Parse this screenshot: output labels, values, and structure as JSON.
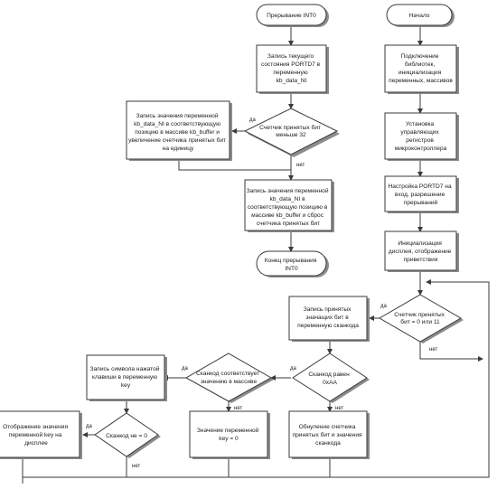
{
  "interrupt": {
    "start": "Прерывание INT0",
    "store_bits": [
      "Запись текущего",
      "состояния PORTD7 в",
      "переменную",
      "kb_data_NI"
    ],
    "check_count": [
      "Счетчик принятых бит",
      "меньше 32"
    ],
    "store_left": [
      "Запись значения переменной",
      "kb_data_NI в соответствующую",
      "позицию в массиве kb_buffer и",
      "увеличение счетчика принятых бит",
      "на единицу"
    ],
    "store_reset": [
      "Запись значения переменной",
      "kb_data_NI в",
      "соответствующую позицию в",
      "массиве kb_buffer и сброс",
      "счетчика принятых бит"
    ],
    "end": [
      "Конец прерывания",
      "INT0"
    ]
  },
  "main": {
    "start": "Начало",
    "init_libs": [
      "Подключение",
      "библиотек,",
      "инициализация",
      "переменных, массивов"
    ],
    "init_regs": [
      "Установка",
      "управляющих",
      "регистров",
      "микроконтроллера"
    ],
    "setup_port": [
      "Настройка PORTD7 на",
      "вход, разрешение",
      "прерываний"
    ],
    "init_display": [
      "Инициализация",
      "дисплея, отображение",
      "приветствия"
    ],
    "check_bits": [
      "Счетчик принятых",
      "бит = 0 или 11"
    ],
    "write_scancode": [
      "Запись принятых",
      "значащих бит в",
      "переменную сканкода"
    ],
    "check_scancode": [
      "Сканкод равен",
      "0xAA"
    ],
    "reset_counter": [
      "Обнуление счетчика",
      "принятых бит и значения",
      "сканкода"
    ],
    "check_array": [
      "Сканкод соответствует",
      "значению в массиве"
    ],
    "key_zero": [
      "Значение переменной",
      "key = 0"
    ],
    "write_key": [
      "Запись символа нажатой",
      "клавиши в переменную",
      "key"
    ],
    "check_key": [
      "Сканкод не = 0"
    ],
    "display_key": [
      "Отображение значения",
      "переменной key на",
      "дисплее"
    ]
  },
  "labels": {
    "yes": "да",
    "no": "нет"
  }
}
